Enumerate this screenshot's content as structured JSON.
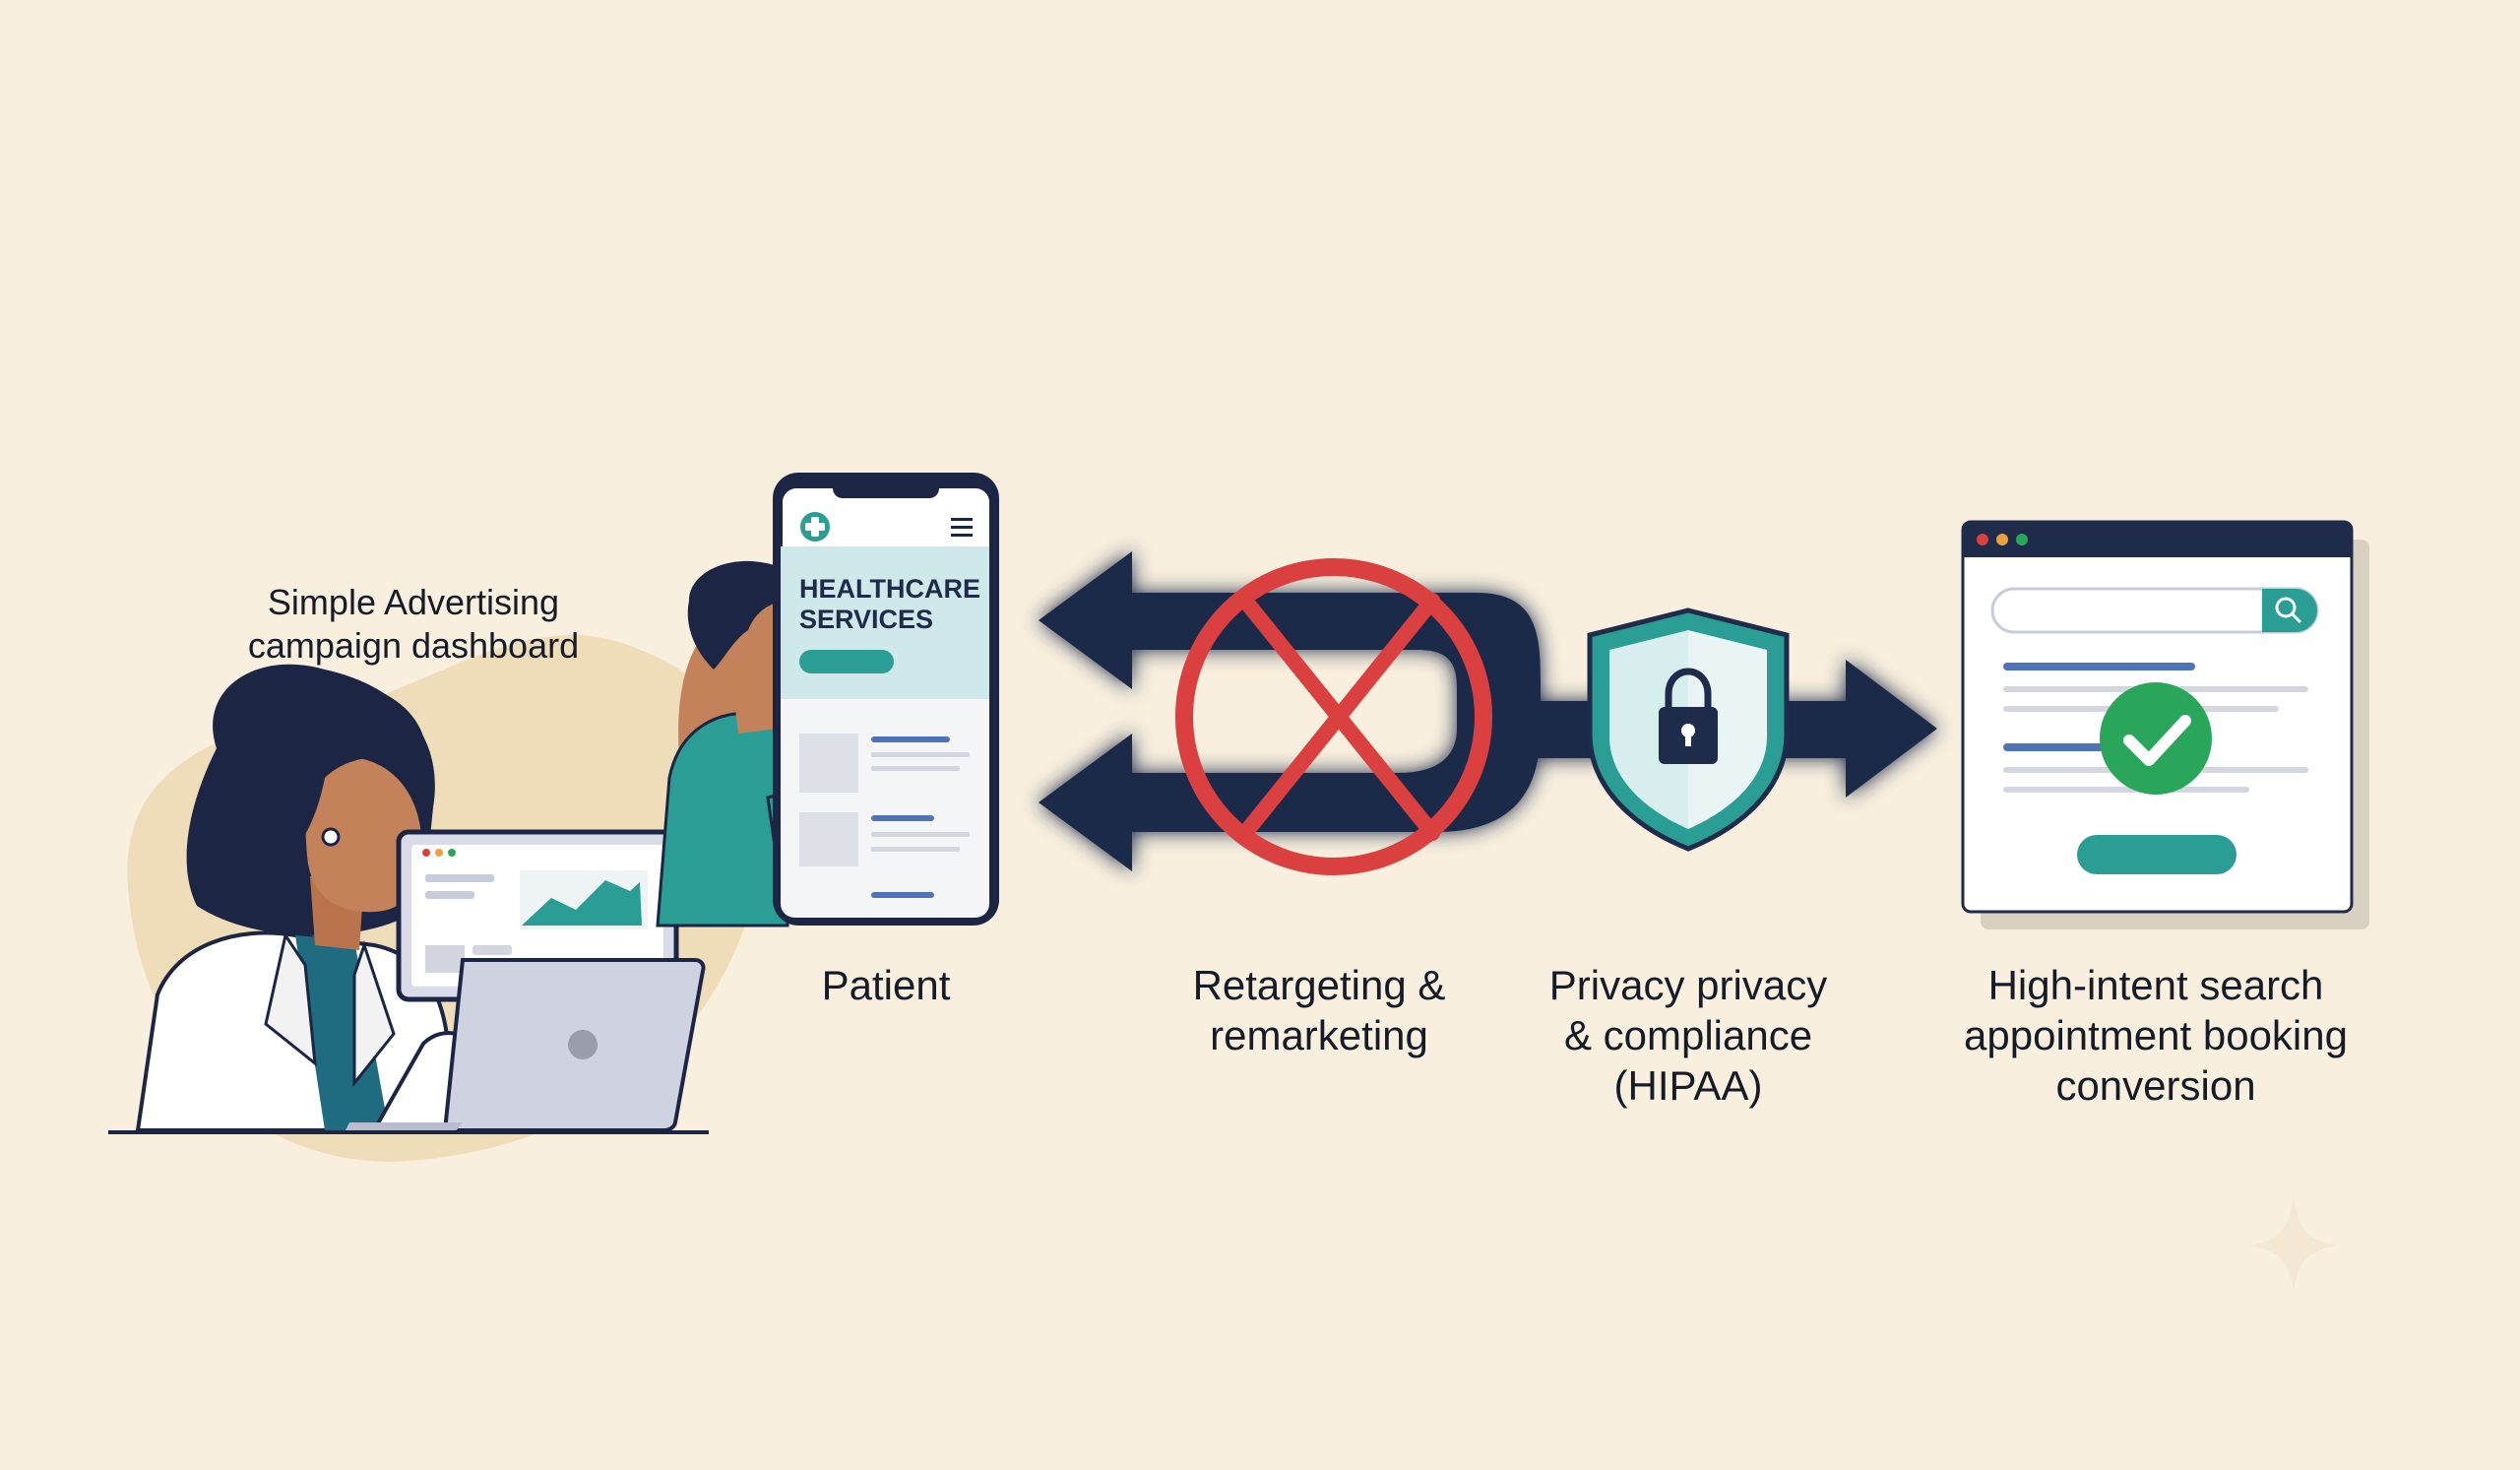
{
  "phone": {
    "title_line1": "HEALTHCARE",
    "title_line2": "SERVICES"
  },
  "labels": {
    "dashboard": [
      "Simple Advertising",
      "campaign dashboard"
    ],
    "patient": [
      "Patient"
    ],
    "retargeting": [
      "Retargeting &",
      "remarketing"
    ],
    "privacy": [
      "Privacy privacy",
      "& compliance",
      "(HIPAA)"
    ],
    "conversion": [
      "High-intent search",
      "appointment booking",
      "conversion"
    ]
  },
  "icons": {
    "blocked": "prohibited-x-icon",
    "privacy": "shield-lock-icon",
    "success": "checkmark-circle-icon",
    "search": "search-icon",
    "medical": "medical-cross-icon",
    "menu": "hamburger-menu-icon"
  },
  "colors": {
    "background": "#f9efde",
    "navy": "#1e2b4a",
    "teal": "#2a9d94",
    "red": "#d9403f",
    "green": "#2aa65a",
    "blue_line": "#4f73b8"
  }
}
